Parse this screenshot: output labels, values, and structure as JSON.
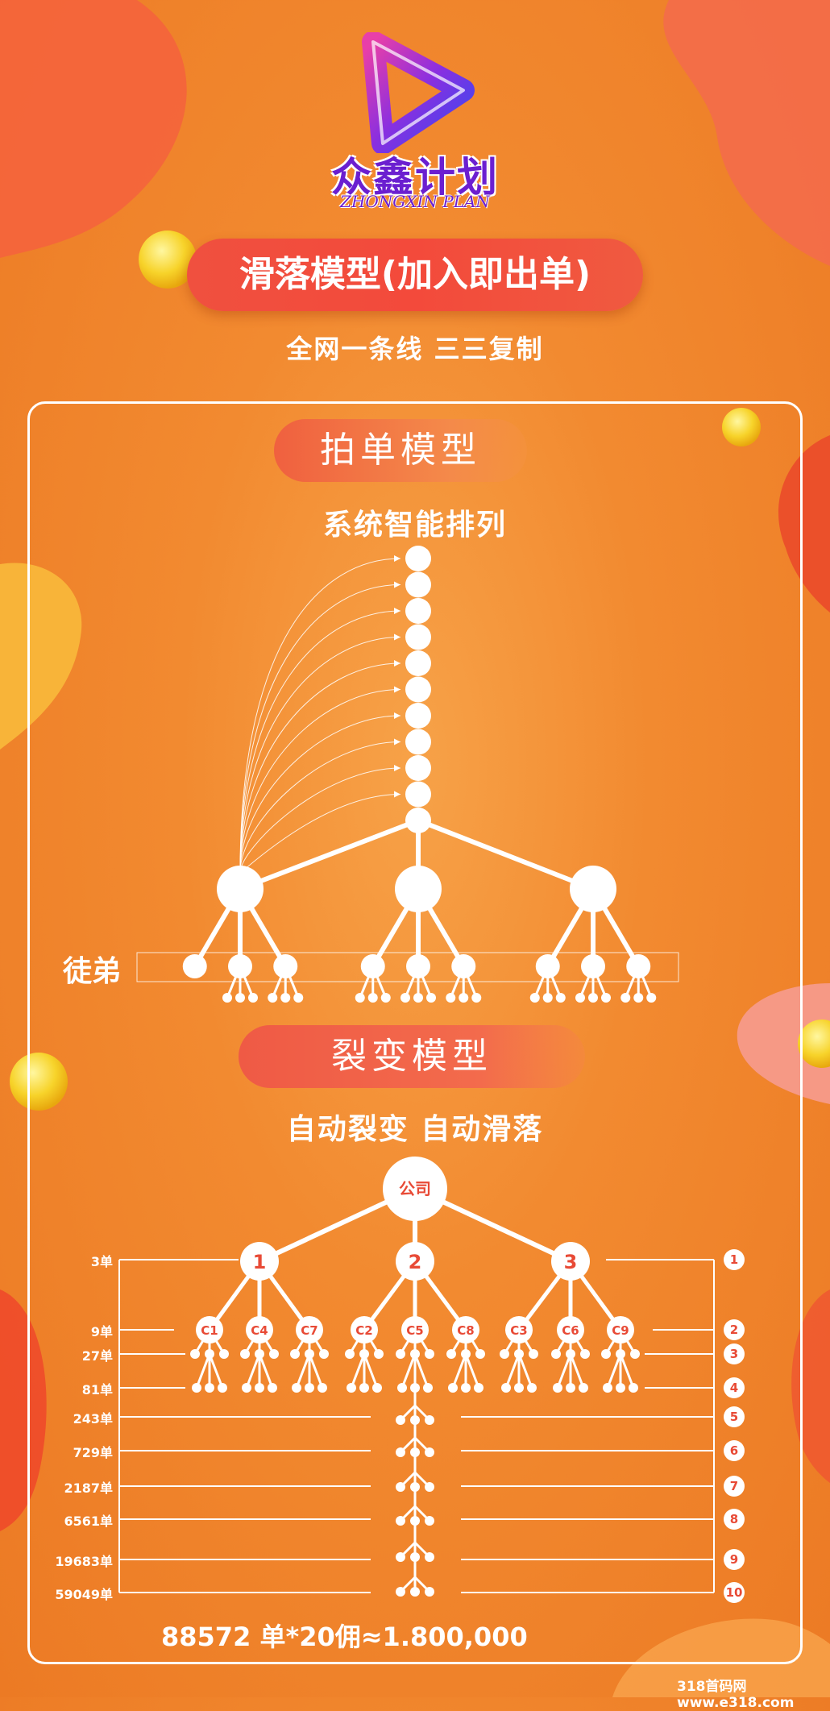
{
  "logo": {
    "title": "众鑫计划",
    "subtitle": "ZHONGXIN PLAN",
    "icon": "play-icon"
  },
  "banner": "滑落模型(加入即出单)",
  "subtitle": "全网一条线   三三复制",
  "section1": {
    "pill": "拍单模型",
    "heading": "系统智能排列",
    "tudi_label": "徒弟"
  },
  "section2": {
    "pill": "裂变模型",
    "heading": "自动裂变 自动滑落",
    "root_label": "公司",
    "level1_nodes": [
      "1",
      "2",
      "3"
    ],
    "level2_nodes": [
      "C1",
      "C4",
      "C7",
      "C2",
      "C5",
      "C8",
      "C3",
      "C6",
      "C9"
    ],
    "level_labels": [
      "3单",
      "9单",
      "27单",
      "81单",
      "243单",
      "729单",
      "2187单",
      "6561单",
      "19683单",
      "59049单"
    ],
    "level_numbers": [
      "1",
      "2",
      "3",
      "4",
      "5",
      "6",
      "7",
      "8",
      "9",
      "10"
    ]
  },
  "formula": "88572 单*20佣≈1.800,000",
  "watermark": "318首码网 www.e318.com",
  "colors": {
    "background": "#f28a30",
    "banner": "#f0503f",
    "node_text": "#e84a36",
    "logo": "#6b1fd0"
  }
}
